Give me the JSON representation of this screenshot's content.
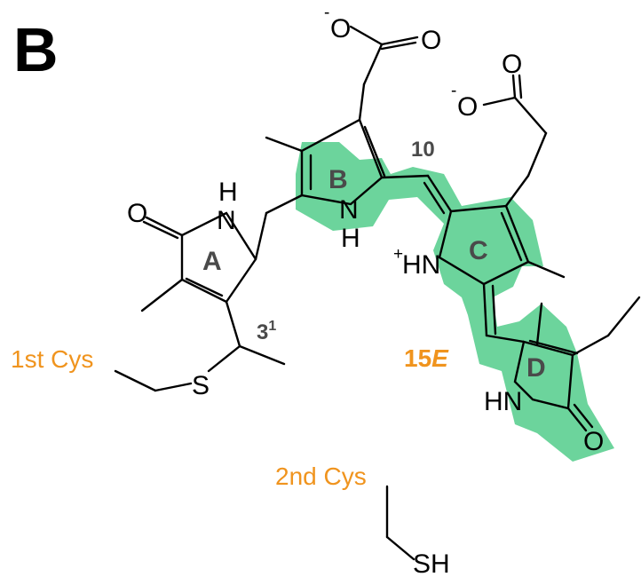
{
  "panel_label": "B",
  "ring_labels": {
    "a": "A",
    "b": "B",
    "c": "C",
    "d": "D"
  },
  "position_labels": {
    "pos10": "10",
    "pos3": "3",
    "pos3_sup": "1",
    "pos15": "15",
    "pos15_italic": "E"
  },
  "cysteines": {
    "first": "1st Cys",
    "second": "2nd Cys"
  },
  "atoms": {
    "carboxylate1_charge": "-",
    "carboxylate1_o_minus": "O",
    "carboxylate1_o": "O",
    "carboxylate2_charge": "-",
    "carboxylate2_o_minus": "O",
    "carboxylate2_o": "O",
    "ringA_o": "O",
    "ringA_h": "H",
    "ringA_n": "N",
    "ringB_n": "N",
    "ringB_h": "H",
    "ringC_plus": "+",
    "ringC_hn": "HN",
    "ringD_hn": "HN",
    "ringD_o": "O",
    "thioether_s": "S",
    "thiol_sh": "SH"
  },
  "colors": {
    "highlight": "#6cd49c",
    "label_orange": "#f0941e",
    "ring_label_gray": "#4a4a4a"
  }
}
